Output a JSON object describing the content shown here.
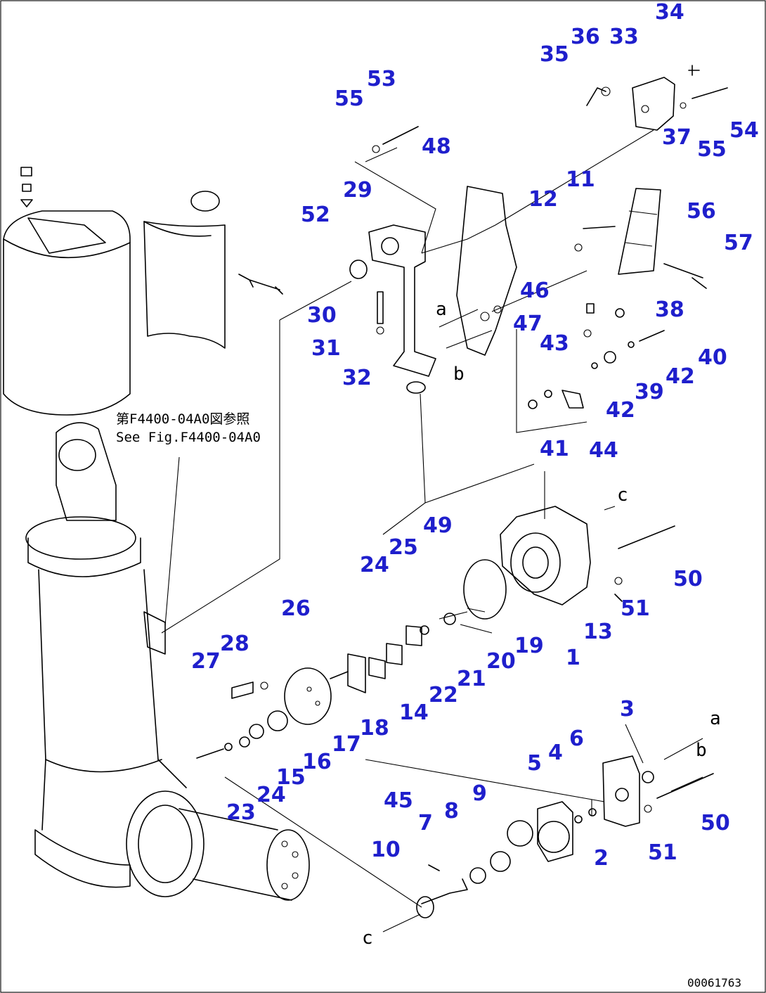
{
  "drawing_code": "00061763",
  "reference_note": {
    "jp": "第F4400-04A0図参照",
    "en": "See Fig.F4400-04A0"
  },
  "connection_letters": [
    "a",
    "b",
    "c"
  ],
  "part_numbers": [
    "1",
    "2",
    "3",
    "4",
    "5",
    "6",
    "7",
    "8",
    "9",
    "10",
    "11",
    "12",
    "13",
    "14",
    "15",
    "16",
    "17",
    "18",
    "19",
    "20",
    "21",
    "22",
    "23",
    "24",
    "25",
    "26",
    "27",
    "28",
    "29",
    "30",
    "31",
    "32",
    "33",
    "34",
    "35",
    "36",
    "37",
    "38",
    "39",
    "40",
    "41",
    "42",
    "43",
    "44",
    "45",
    "46",
    "47",
    "48",
    "49",
    "50",
    "51",
    "52",
    "53",
    "54",
    "55",
    "56",
    "57"
  ],
  "colors": {
    "part_label": "#1f1fcc",
    "line": "#000000",
    "background": "#ffffff"
  }
}
